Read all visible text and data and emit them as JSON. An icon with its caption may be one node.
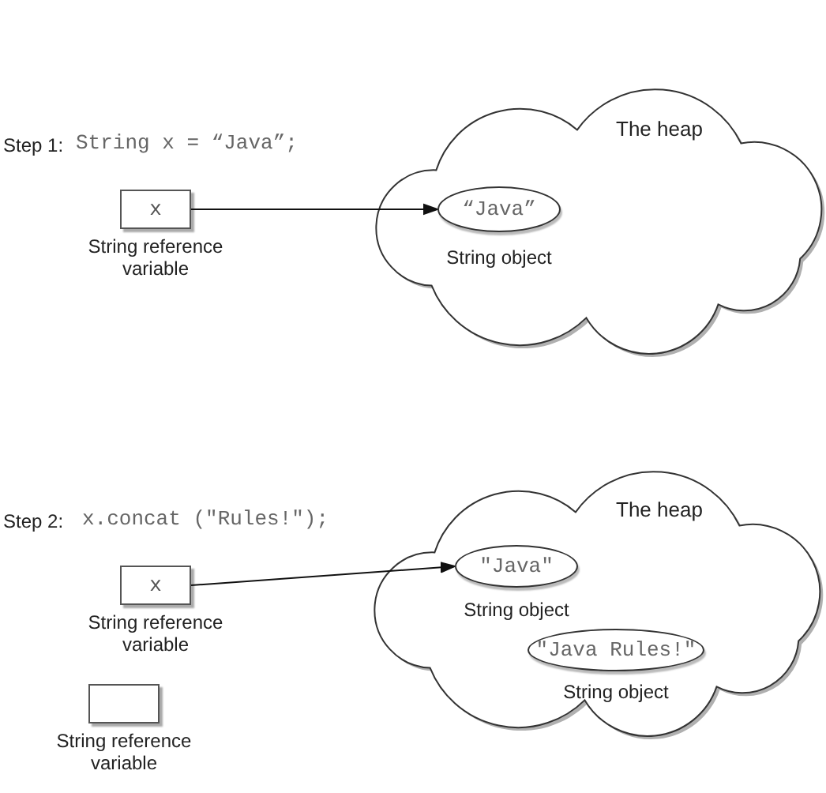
{
  "diagram": {
    "nodes": [
      {
        "text": [
          "x"
        ],
        "beside": [
          "String reference variable"
        ]
      },
      {
        "text": [
          "The heap"
        ]
      },
      {
        "text": [
          "“Java”"
        ],
        "in": 1,
        "beside": [
          "String object"
        ]
      },
      {
        "text": [
          "x"
        ],
        "beside": [
          "String reference variable"
        ]
      },
      {
        "text": [
          "The heap"
        ]
      },
      {
        "text": [
          "\"Java\""
        ],
        "in": 4,
        "beside": [
          "String object"
        ]
      },
      {
        "text": [
          "\"Java Rules!\""
        ],
        "in": 4,
        "beside": [
          "String object"
        ]
      },
      {
        "text": [],
        "shape": "box",
        "beside": [
          "String reference variable"
        ]
      }
    ],
    "edges": [
      {
        "from": 0,
        "to": 2,
        "arrow": "to"
      },
      {
        "from": 3,
        "to": 5,
        "arrow": "to"
      }
    ],
    "labels": [
      "Step 1:",
      "String x = “Java”;",
      "Step 2:",
      "x.concat (\"Rules!\");"
    ]
  }
}
